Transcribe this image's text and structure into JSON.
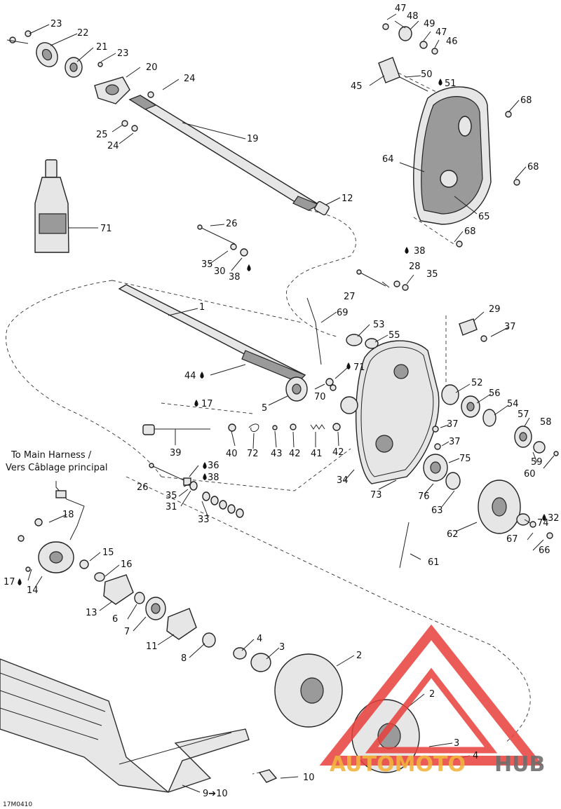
{
  "diagram": {
    "harness_line1": "To Main Harness /",
    "harness_line2": "Vers Câblage principal",
    "ref_code": "17M0410",
    "watermark_auto": "AUTOMOTO",
    "watermark_hub": "HUB",
    "colors": {
      "line": "#222222",
      "part_fill": "#e6e6e6",
      "watermark_red": "#e8403c",
      "watermark_orange": "#f2b33d",
      "watermark_gray": "#6e6e6e"
    },
    "labels": [
      {
        "id": "l47a",
        "text": "47"
      },
      {
        "id": "l48",
        "text": "48"
      },
      {
        "id": "l49",
        "text": "49"
      },
      {
        "id": "l47b",
        "text": "47"
      },
      {
        "id": "l46",
        "text": "46"
      },
      {
        "id": "l23a",
        "text": "23"
      },
      {
        "id": "l22",
        "text": "22"
      },
      {
        "id": "l21",
        "text": "21"
      },
      {
        "id": "l23b",
        "text": "23"
      },
      {
        "id": "l20",
        "text": "20"
      },
      {
        "id": "l24a",
        "text": "24"
      },
      {
        "id": "l25",
        "text": "25"
      },
      {
        "id": "l24b",
        "text": "24"
      },
      {
        "id": "l19",
        "text": "19"
      },
      {
        "id": "l12",
        "text": "12"
      },
      {
        "id": "l45",
        "text": "45"
      },
      {
        "id": "l50",
        "text": "50"
      },
      {
        "id": "l51",
        "text": "51"
      },
      {
        "id": "l68a",
        "text": "68"
      },
      {
        "id": "l64",
        "text": "64"
      },
      {
        "id": "l68b",
        "text": "68"
      },
      {
        "id": "l65",
        "text": "65"
      },
      {
        "id": "l68c",
        "text": "68"
      },
      {
        "id": "l71a",
        "text": "71"
      },
      {
        "id": "l26a",
        "text": "26"
      },
      {
        "id": "l35a",
        "text": "35"
      },
      {
        "id": "l30",
        "text": "30"
      },
      {
        "id": "l38a",
        "text": "38"
      },
      {
        "id": "l38b",
        "text": "38"
      },
      {
        "id": "l28",
        "text": "28"
      },
      {
        "id": "l27",
        "text": "27"
      },
      {
        "id": "l35b",
        "text": "35"
      },
      {
        "id": "l1",
        "text": "1"
      },
      {
        "id": "l69",
        "text": "69"
      },
      {
        "id": "l29",
        "text": "29"
      },
      {
        "id": "l53",
        "text": "53"
      },
      {
        "id": "l55",
        "text": "55"
      },
      {
        "id": "l37a",
        "text": "37"
      },
      {
        "id": "l44",
        "text": "44"
      },
      {
        "id": "l71b",
        "text": "71"
      },
      {
        "id": "l52",
        "text": "52"
      },
      {
        "id": "l56",
        "text": "56"
      },
      {
        "id": "l70",
        "text": "70"
      },
      {
        "id": "l5",
        "text": "5"
      },
      {
        "id": "l17a",
        "text": "17"
      },
      {
        "id": "l54",
        "text": "54"
      },
      {
        "id": "l57",
        "text": "57"
      },
      {
        "id": "l58",
        "text": "58"
      },
      {
        "id": "l37b",
        "text": "37"
      },
      {
        "id": "l40",
        "text": "40"
      },
      {
        "id": "l72",
        "text": "72"
      },
      {
        "id": "l43",
        "text": "43"
      },
      {
        "id": "l42a",
        "text": "42"
      },
      {
        "id": "l41",
        "text": "41"
      },
      {
        "id": "l42b",
        "text": "42"
      },
      {
        "id": "l37c",
        "text": "37"
      },
      {
        "id": "l39",
        "text": "39"
      },
      {
        "id": "l59",
        "text": "59"
      },
      {
        "id": "l60",
        "text": "60"
      },
      {
        "id": "l36",
        "text": "36"
      },
      {
        "id": "l38c",
        "text": "38"
      },
      {
        "id": "l26b",
        "text": "26"
      },
      {
        "id": "l75",
        "text": "75"
      },
      {
        "id": "l34",
        "text": "34"
      },
      {
        "id": "l35c",
        "text": "35"
      },
      {
        "id": "l31",
        "text": "31"
      },
      {
        "id": "l73",
        "text": "73"
      },
      {
        "id": "l76",
        "text": "76"
      },
      {
        "id": "l63",
        "text": "63"
      },
      {
        "id": "l74",
        "text": "74"
      },
      {
        "id": "l32",
        "text": "32"
      },
      {
        "id": "l33",
        "text": "33"
      },
      {
        "id": "l18",
        "text": "18"
      },
      {
        "id": "l62",
        "text": "62"
      },
      {
        "id": "l67",
        "text": "67"
      },
      {
        "id": "l66",
        "text": "66"
      },
      {
        "id": "l15",
        "text": "15"
      },
      {
        "id": "l16",
        "text": "16"
      },
      {
        "id": "l61",
        "text": "61"
      },
      {
        "id": "l17b",
        "text": "17"
      },
      {
        "id": "l14",
        "text": "14"
      },
      {
        "id": "l13",
        "text": "13"
      },
      {
        "id": "l6",
        "text": "6"
      },
      {
        "id": "l7",
        "text": "7"
      },
      {
        "id": "l11",
        "text": "11"
      },
      {
        "id": "l4a",
        "text": "4"
      },
      {
        "id": "l3a",
        "text": "3"
      },
      {
        "id": "l2a",
        "text": "2"
      },
      {
        "id": "l8",
        "text": "8"
      },
      {
        "id": "l2b",
        "text": "2"
      },
      {
        "id": "l3b",
        "text": "3"
      },
      {
        "id": "l4b",
        "text": "4"
      },
      {
        "id": "l10",
        "text": "10"
      },
      {
        "id": "l910",
        "text": "9➔10"
      }
    ]
  }
}
